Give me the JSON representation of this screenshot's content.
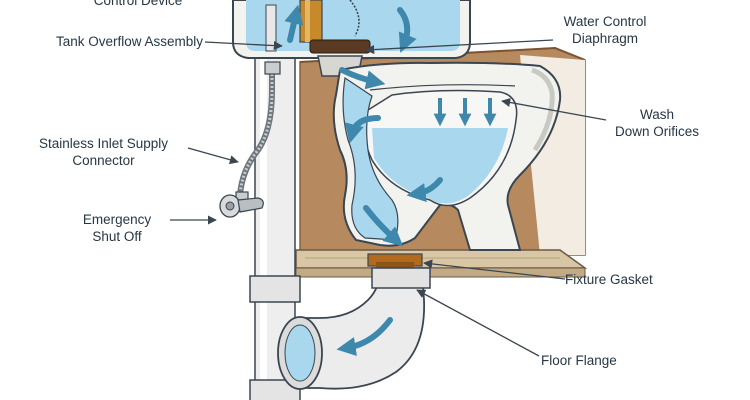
{
  "labels": {
    "control_device": "Control Device",
    "tank_overflow": "Tank Overflow Assembly",
    "water_control_1": "Water Control",
    "water_control_2": "Diaphragm",
    "wash_down_1": "Wash",
    "wash_down_2": "Down Orifices",
    "inlet_supply_1": "Stainless Inlet Supply",
    "inlet_supply_2": "Connector",
    "emergency_1": "Emergency",
    "emergency_2": "Shut Off",
    "fixture_gasket": "Fixture Gasket",
    "floor_flange": "Floor Flange"
  },
  "colors": {
    "water": "#a9d8ee",
    "flow_arrow": "#3d88ac",
    "outline": "#3b4650",
    "porcelain": "#f2f2ef",
    "wall": "#b68a5e",
    "floor": "#d9c6a4",
    "gasket": "#b26b1e",
    "label_text": "#263746"
  }
}
